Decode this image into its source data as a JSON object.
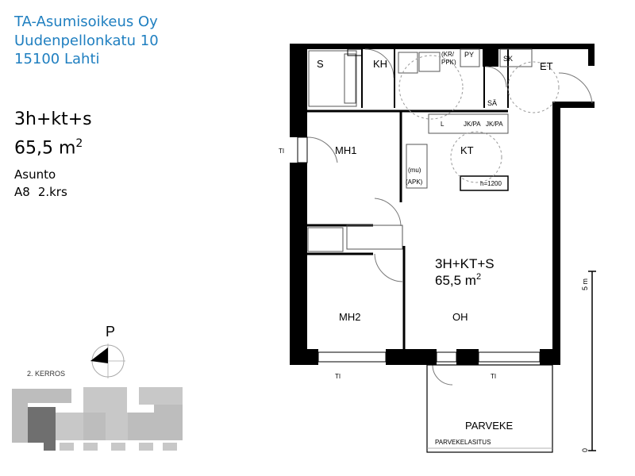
{
  "company": {
    "name": "TA-Asumisoikeus Oy",
    "street": "Uudenpellonkatu 10",
    "city": "15100 Lahti"
  },
  "apartment": {
    "type": "3h+kt+s",
    "area": "65,5 m",
    "area_sup": "2",
    "label": "Asunto",
    "code": "A8",
    "floor": "2.krs"
  },
  "keymap": {
    "north": "P",
    "floor_label": "2. KERROS"
  },
  "plan": {
    "rooms": {
      "s": "S",
      "kh": "KH",
      "krppk": "(KR/",
      "krppk2": "PPK)",
      "py": "PY",
      "sk": "SK",
      "et": "ET",
      "sa": "SÄ",
      "mh1": "MH1",
      "kt": "KT",
      "l": "L",
      "jkpa1": "JK/PA",
      "jkpa2": "JK/PA",
      "mu": "(mu)",
      "apk": "(APK)",
      "h1200": "h=1200",
      "mh2": "MH2",
      "oh": "OH",
      "parveke": "PARVEKE",
      "parvekelasitus": "PARVEKELASITUS",
      "ti_left": "TI",
      "ti_bottom1": "TI",
      "ti_bottom2": "TI"
    },
    "summary_type": "3H+KT+S",
    "summary_area": "65,5 m",
    "summary_area_sup": "2",
    "scale_top": "5 m",
    "scale_bottom": "0"
  }
}
